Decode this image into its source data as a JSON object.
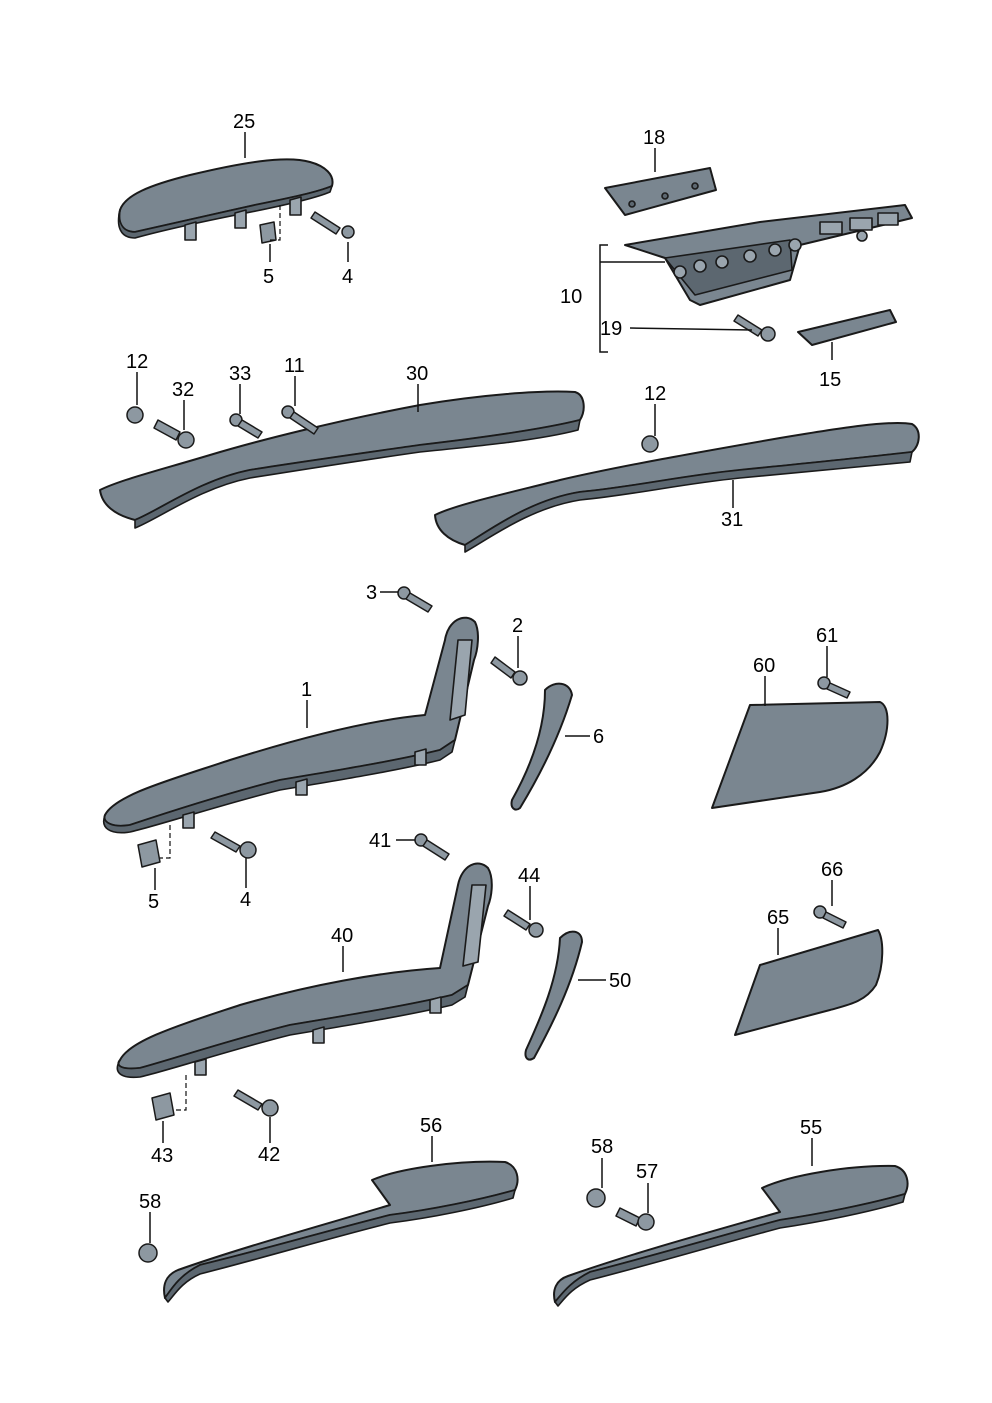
{
  "callouts": {
    "c25": "25",
    "c18": "18",
    "c5a": "5",
    "c4a": "4",
    "c10": "10",
    "c19": "19",
    "c15": "15",
    "c12a": "12",
    "c32": "32",
    "c33": "33",
    "c11": "11",
    "c30": "30",
    "c12b": "12",
    "c31": "31",
    "c3": "3",
    "c2": "2",
    "c1": "1",
    "c6": "6",
    "c61": "61",
    "c60": "60",
    "c5b": "5",
    "c4b": "4",
    "c41": "41",
    "c44": "44",
    "c66": "66",
    "c40": "40",
    "c50": "50",
    "c65": "65",
    "c43": "43",
    "c42": "42",
    "c56": "56",
    "c58a": "58",
    "c58b": "58",
    "c57": "57",
    "c55": "55"
  },
  "colors": {
    "part": "#7a8690",
    "outline": "#1a1a1a",
    "background": "#ffffff"
  }
}
